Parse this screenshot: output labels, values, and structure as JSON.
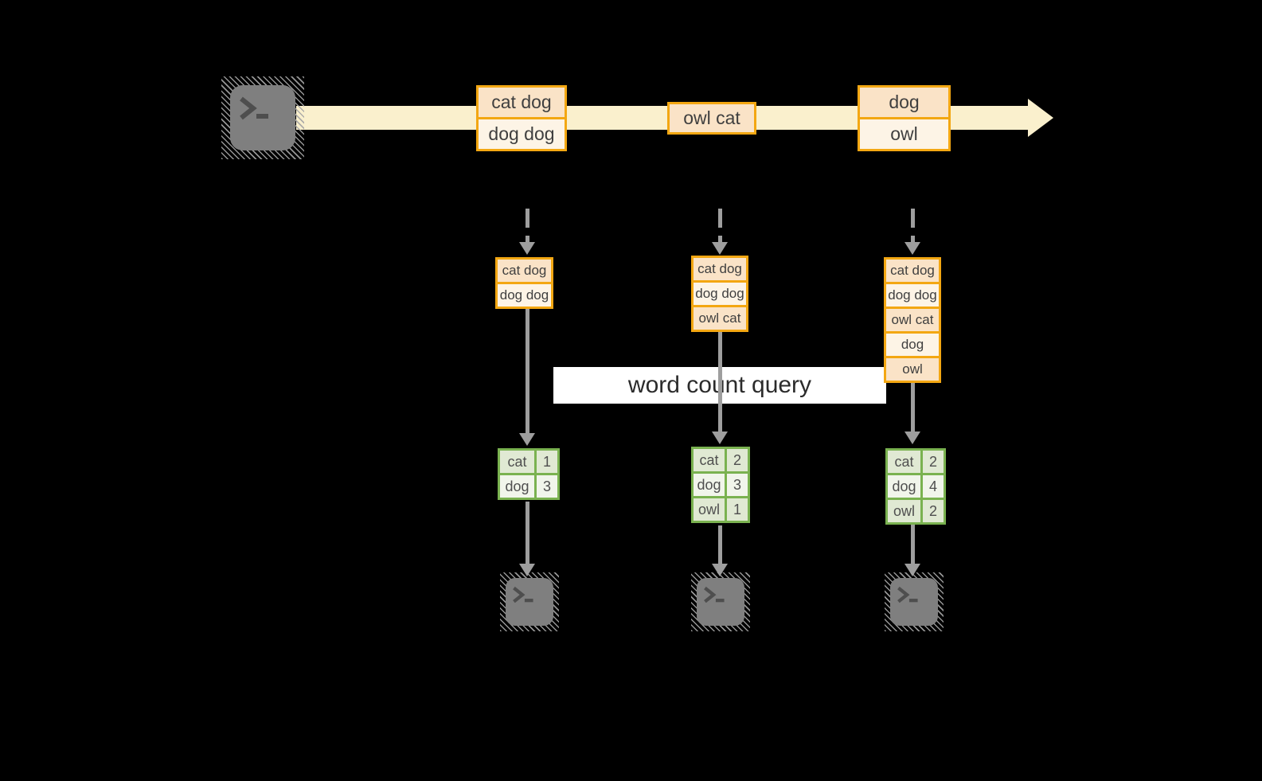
{
  "query_label": {
    "text": "word count query"
  },
  "stream": {
    "batches": [
      {
        "lines": [
          "cat dog",
          "dog dog"
        ]
      },
      {
        "lines": [
          "owl cat"
        ]
      },
      {
        "lines": [
          "dog",
          "owl"
        ]
      }
    ]
  },
  "states": [
    {
      "lines": [
        "cat dog",
        "dog dog"
      ]
    },
    {
      "lines": [
        "cat dog",
        "dog dog",
        "owl cat"
      ]
    },
    {
      "lines": [
        "cat dog",
        "dog dog",
        "owl cat",
        "dog",
        "owl"
      ]
    }
  ],
  "counts": [
    {
      "rows": [
        [
          "cat",
          "1"
        ],
        [
          "dog",
          "3"
        ]
      ]
    },
    {
      "rows": [
        [
          "cat",
          "2"
        ],
        [
          "dog",
          "3"
        ],
        [
          "owl",
          "1"
        ]
      ]
    },
    {
      "rows": [
        [
          "cat",
          "2"
        ],
        [
          "dog",
          "4"
        ],
        [
          "owl",
          "2"
        ]
      ]
    }
  ],
  "icons": {
    "source": "terminal-icon",
    "outputs": [
      "terminal-icon",
      "terminal-icon",
      "terminal-icon"
    ]
  },
  "colors": {
    "background": "#000000",
    "stream_band": "#FAF0CD",
    "orange_border": "#F3A712",
    "cell_peach": "#FAE3C7",
    "cell_cream": "#FDF4E6",
    "green_border": "#7AB250",
    "cell_green_dark": "#E0E9D3",
    "cell_green_light": "#F1F5EB",
    "arrow_gray": "#9E9E9E",
    "terminal_gray": "#7F7F7F",
    "label_bg": "#FFFFFF"
  }
}
